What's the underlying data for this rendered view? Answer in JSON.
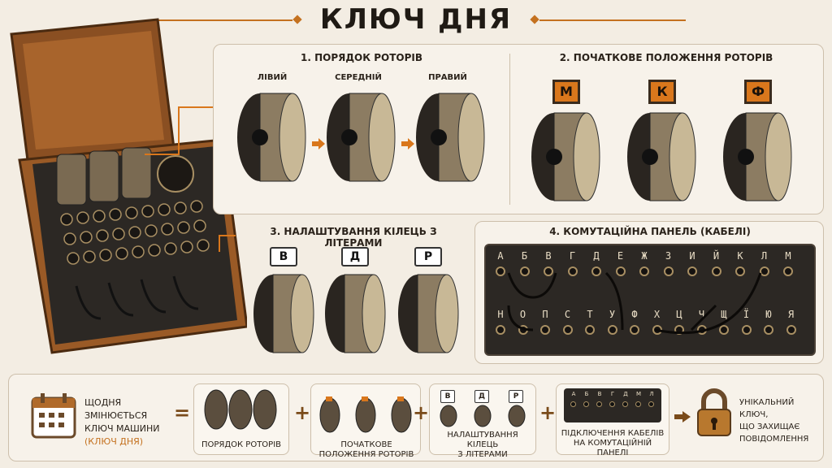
{
  "title": "КЛЮЧ ДНЯ",
  "sections": {
    "rotor_order": {
      "heading": "1. ПОРЯДОК РОТОРІВ",
      "labels": [
        "ЛІВИЙ",
        "СЕРЕДНІЙ",
        "ПРАВИЙ"
      ]
    },
    "start_position": {
      "heading": "2. ПОЧАТКОВЕ ПОЛОЖЕННЯ РОТОРІВ",
      "letters": [
        "М",
        "К",
        "Ф"
      ]
    },
    "ring_settings": {
      "heading": "3. НАЛАШТУВАННЯ КІЛЕЦЬ З ЛІТЕРАМИ",
      "letters": [
        "В",
        "Д",
        "Р"
      ]
    },
    "plugboard": {
      "heading": "4. КОМУТАЦІЙНА ПАНЕЛЬ (КАБЕЛІ)",
      "row1": [
        "А",
        "Б",
        "В",
        "Г",
        "Д",
        "Е",
        "Ж",
        "З",
        "И",
        "Й",
        "К",
        "Л",
        "М"
      ],
      "row2": [
        "Н",
        "О",
        "П",
        "С",
        "Т",
        "У",
        "Ф",
        "Х",
        "Ц",
        "Ч",
        "Щ",
        "Ї",
        "Ю",
        "Я"
      ]
    }
  },
  "summary": {
    "intro_line1": "ЩОДНЯ ЗМІНЮЄТЬСЯ",
    "intro_line2": "КЛЮЧ МАШИНИ",
    "intro_line3": "(КЛЮЧ ДНЯ)",
    "equals": "=",
    "plus": "+",
    "card1": "ПОРЯДОК РОТОРІВ",
    "card2": "ПОЧАТКОВЕ ПОЛОЖЕННЯ РОТОРІВ",
    "card3_line1": "НАЛАШТУВАННЯ КІЛЕЦЬ",
    "card3_line2": "З ЛІТЕРАМИ",
    "card3_letters": [
      "В",
      "Д",
      "Р"
    ],
    "card4_line1": "ПІДКЛЮЧЕННЯ КАБЕЛІВ",
    "card4_line2": "НА КОМУТАЦІЙНІЙ ПАНЕЛІ",
    "card4_letters": [
      "А",
      "Б",
      "В",
      "Г",
      "Д",
      "М",
      "Л"
    ],
    "result_line1": "УНІКАЛЬНИЙ КЛЮЧ,",
    "result_line2": "ЩО ЗАХИЩАЄ",
    "result_line3": "ПОВІДОМЛЕННЯ"
  },
  "colors": {
    "accent": "#d9771c",
    "wood": "#8a4f22",
    "metal": "#2c2824"
  }
}
